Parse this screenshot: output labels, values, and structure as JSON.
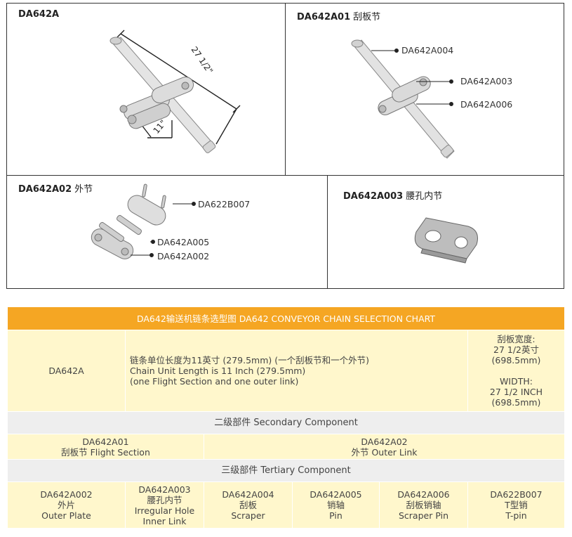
{
  "panels": {
    "assembly": {
      "title": "DA642A",
      "dim_length": "27 1/2\"",
      "dim_pitch": "11\""
    },
    "flight": {
      "title": "DA642A01",
      "title_cn": "刮板节",
      "callouts": [
        "DA642A004",
        "DA642A003",
        "DA642A006"
      ]
    },
    "outer": {
      "title": "DA642A02",
      "title_cn": "外节",
      "callouts": [
        "DA622B007",
        "DA642A005",
        "DA642A002"
      ]
    },
    "inner": {
      "title": "DA642A003",
      "title_cn": "腰孔内节"
    }
  },
  "table": {
    "header": "DA642输送机链条选型图  DA642 CONVEYOR CHAIN SELECTION CHART",
    "main": {
      "model": "DA642A",
      "desc_cn": "链条单位长度为11英寸 (279.5mm) (一个刮板节和一个外节)",
      "desc_en1": "Chain Unit Length is 11 Inch (279.5mm)",
      "desc_en2": "(one Flight Section and one outer link)",
      "width_cn": "刮板宽度:",
      "width_cn_val": "27 1/2英寸",
      "width_cn_mm": "(698.5mm)",
      "width_en": "WIDTH:",
      "width_en_val": "27 1/2 INCH",
      "width_en_mm": "(698.5mm)"
    },
    "secondary_title": "二级部件 Secondary Component",
    "secondary": [
      {
        "code": "DA642A01",
        "name": "刮板节 Flight Section"
      },
      {
        "code": "DA642A02",
        "name": "外节 Outer Link"
      }
    ],
    "tertiary_title": "三级部件 Tertiary Component",
    "tertiary": [
      {
        "code": "DA642A002",
        "cn": "外片",
        "en": "Outer Plate"
      },
      {
        "code": "DA642A003",
        "cn": "腰孔内节",
        "en": "Irregular Hole",
        "en2": "Inner Link"
      },
      {
        "code": "DA642A004",
        "cn": "刮板",
        "en": "Scraper"
      },
      {
        "code": "DA642A005",
        "cn": "销轴",
        "en": "Pin"
      },
      {
        "code": "DA642A006",
        "cn": "刮板销轴",
        "en": "Scraper Pin"
      },
      {
        "code": "DA622B007",
        "cn": "T型销",
        "en": "T-pin"
      }
    ]
  }
}
